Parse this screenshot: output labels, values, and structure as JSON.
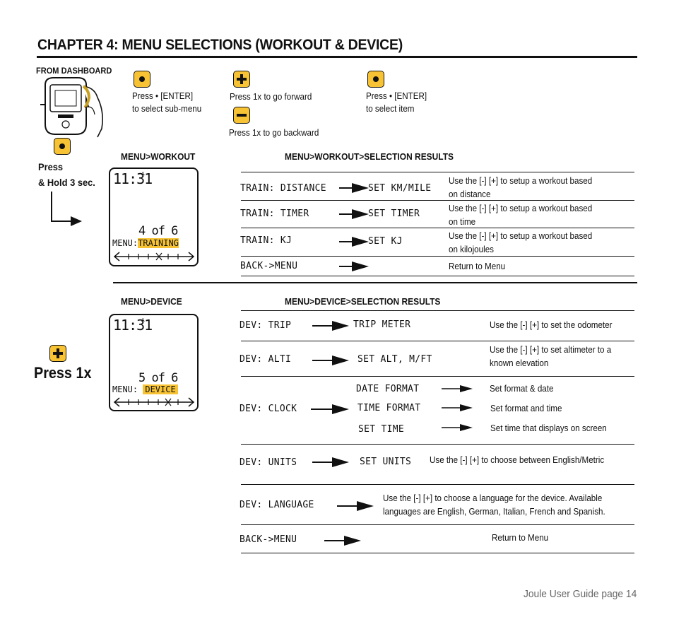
{
  "title": "CHAPTER 4: MENU SELECTIONS (WORKOUT & DEVICE)",
  "from_dashboard": "FROM DASHBOARD",
  "steps": {
    "enter1": "Press • [ENTER]\nto select sub-menu",
    "forward": "Press 1x to go forward",
    "backward": "Press 1x to go backward",
    "enter2": "Press • [ENTER]\nto select item"
  },
  "press_hold": "Press\n& Hold 3 sec.",
  "press_1x": "Press 1x",
  "workout": {
    "menu_label": "MENU>WORKOUT",
    "results_label": "MENU>WORKOUT>SELECTION RESULTS",
    "lcd": {
      "time": "11:31",
      "ampm": "A",
      "count": "4 of 6",
      "menu_prefix": "MENU:",
      "menu_item": "TRAINING"
    },
    "rows": [
      {
        "item": "TRAIN: DISTANCE",
        "result": "SET KM/MILE",
        "desc": "Use the [-]  [+] to setup a workout based\non distance"
      },
      {
        "item": "TRAIN: TIMER",
        "result": "SET TIMER",
        "desc": "Use the [-] [+] to setup a workout based\non time"
      },
      {
        "item": "TRAIN: KJ",
        "result": "SET KJ",
        "desc": "Use the [-] [+] to setup a workout based\non kilojoules"
      },
      {
        "item": "BACK->MENU",
        "result": "",
        "desc": "Return to Menu"
      }
    ]
  },
  "device": {
    "menu_label": "MENU>DEVICE",
    "results_label": "MENU>DEVICE>SELECTION RESULTS",
    "lcd": {
      "time": "11:31",
      "ampm": "A",
      "count": "5 of 6",
      "menu_prefix": "MENU:",
      "menu_item": "DEVICE"
    },
    "trip": {
      "item": "DEV: TRIP",
      "result": "TRIP METER",
      "desc": "Use the [-] [+] to set the odometer"
    },
    "alti": {
      "item": "DEV: ALTI",
      "result": "SET ALT, M/FT",
      "desc": "Use the [-] [+] to set altimeter to a\nknown elevation"
    },
    "clock": {
      "item": "DEV: CLOCK",
      "subs": [
        {
          "result": "DATE FORMAT",
          "desc": "Set format & date"
        },
        {
          "result": "TIME FORMAT",
          "desc": "Set format and time"
        },
        {
          "result": "SET TIME",
          "desc": "Set time that displays on screen"
        }
      ]
    },
    "units": {
      "item": "DEV: UNITS",
      "result": "SET UNITS",
      "desc": "Use the [-] [+] to choose between English/Metric"
    },
    "language": {
      "item": "DEV: LANGUAGE",
      "desc": "Use the [-] [+] to choose a language for the device. Available\nlanguages are English, German, Italian, French and Spanish."
    },
    "back": {
      "item": "BACK->MENU",
      "desc": "Return to Menu"
    }
  },
  "footer": "Joule User Guide page 14",
  "colors": {
    "accent": "#f7c334",
    "ink": "#111111"
  }
}
